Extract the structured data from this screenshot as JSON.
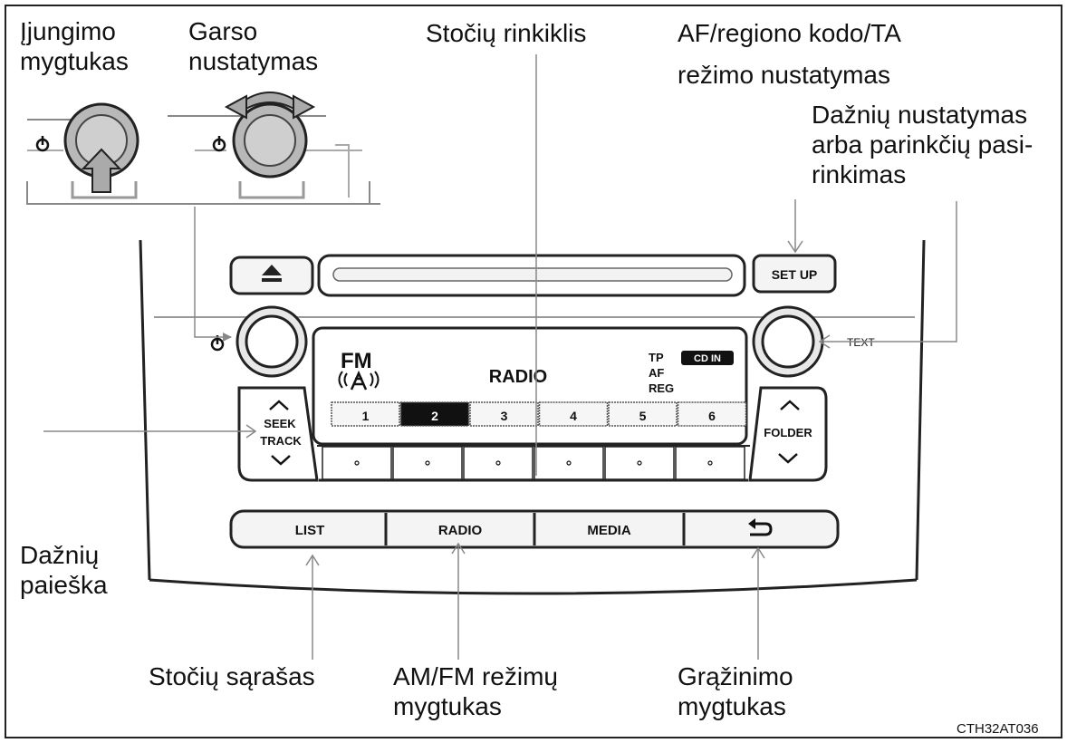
{
  "callouts": {
    "power_button": "Įjungimo\nmygtukas",
    "volume": "Garso\nnustatymas",
    "station_selector": "Stočių rinkiklis",
    "af_setting_1": "AF/regiono kodo/TA",
    "af_setting_2": "režimo nustatymas",
    "freq_setting": "Dažnių  nustatymas\narba parinkčių pasi-\nrinkimas",
    "freq_search": "Dažnių\npaieška",
    "station_list": "Stočių sąrašas",
    "amfm_mode": "AM/FM režimų\nmygtukas",
    "return_button": "Grąžinimo\nmygtukas"
  },
  "figure_code": "CTH32AT036",
  "radio": {
    "setup_label": "SET UP",
    "text_label": "TEXT",
    "seek_label": "SEEK",
    "track_label": "TRACK",
    "folder_label": "FOLDER",
    "display": {
      "band": "FM",
      "mode": "RADIO",
      "tp": "TP",
      "af": "AF",
      "reg": "REG",
      "cd_in": "CD IN",
      "presets": [
        "1",
        "2",
        "3",
        "4",
        "5",
        "6"
      ],
      "selected_preset": "2"
    },
    "bottom_buttons": [
      "LIST",
      "RADIO",
      "MEDIA"
    ]
  },
  "icons": [
    "power-icon",
    "eject-icon",
    "return-arrow-icon",
    "chevron-up-icon",
    "chevron-down-icon",
    "signal-tower-icon",
    "rotate-arrow-icon"
  ]
}
